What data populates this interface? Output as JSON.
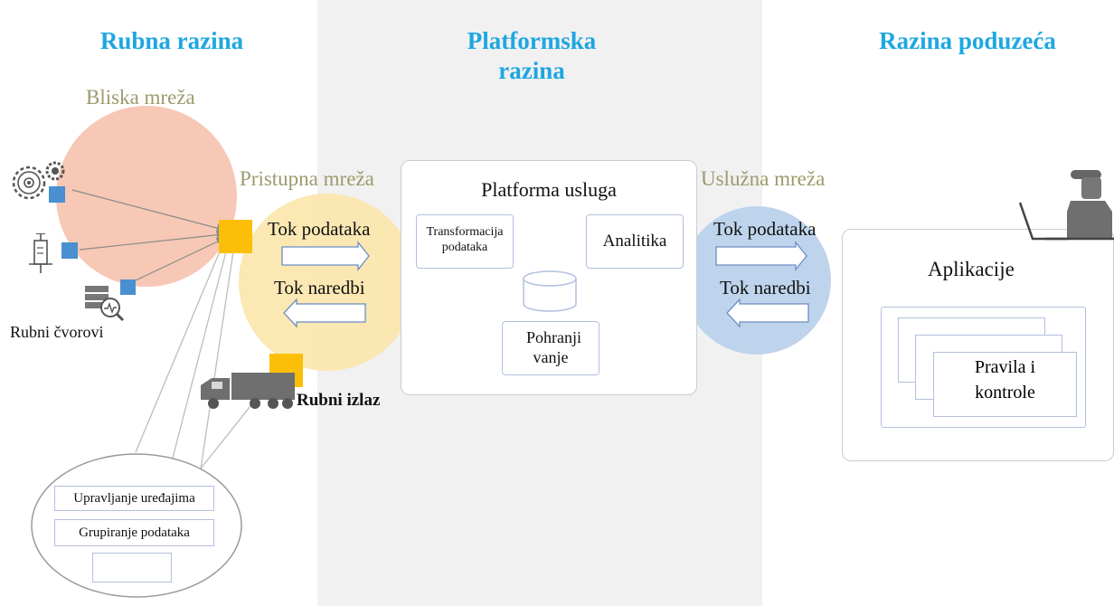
{
  "tiers": {
    "edge": "Rubna razina",
    "platform": "Platformska razina",
    "enterprise": "Razina poduzeća"
  },
  "edge": {
    "proximity_network": "Bliska mreža",
    "access_network": "Pristupna mreža",
    "edge_nodes": "Rubni čvorovi",
    "edge_gateway": "Rubni izlaz",
    "gateway_functions": [
      "Upravljanje uređajima",
      "Grupiranje podataka",
      ""
    ]
  },
  "platform": {
    "title": "Platforma usluga",
    "data_transformation": "Transformacija podataka",
    "analytics": "Analitika",
    "storage": "Pohranji vanje"
  },
  "flows": {
    "data_flow": "Tok podataka",
    "command_flow": "Tok naredbi"
  },
  "enterprise": {
    "service_network": "Uslužna mreža",
    "applications": "Aplikacije",
    "rules_and_controls": "Pravila i kontrole"
  },
  "colors": {
    "tier_title": "#1ea7e1",
    "network_label": "#9c9a6c",
    "proximity_circle": "#f6c8b5",
    "access_circle": "#fbe5a8",
    "service_circle": "#bed4ec",
    "platform_band": "#f1f1f1",
    "node_marker": "#4a8fd0",
    "gateway_marker": "#fcbf07"
  },
  "icons": [
    "gear-icon",
    "syringe-sensor-icon",
    "server-monitor-icon",
    "truck-icon",
    "user-at-computer-icon",
    "database-cylinder-icon"
  ]
}
